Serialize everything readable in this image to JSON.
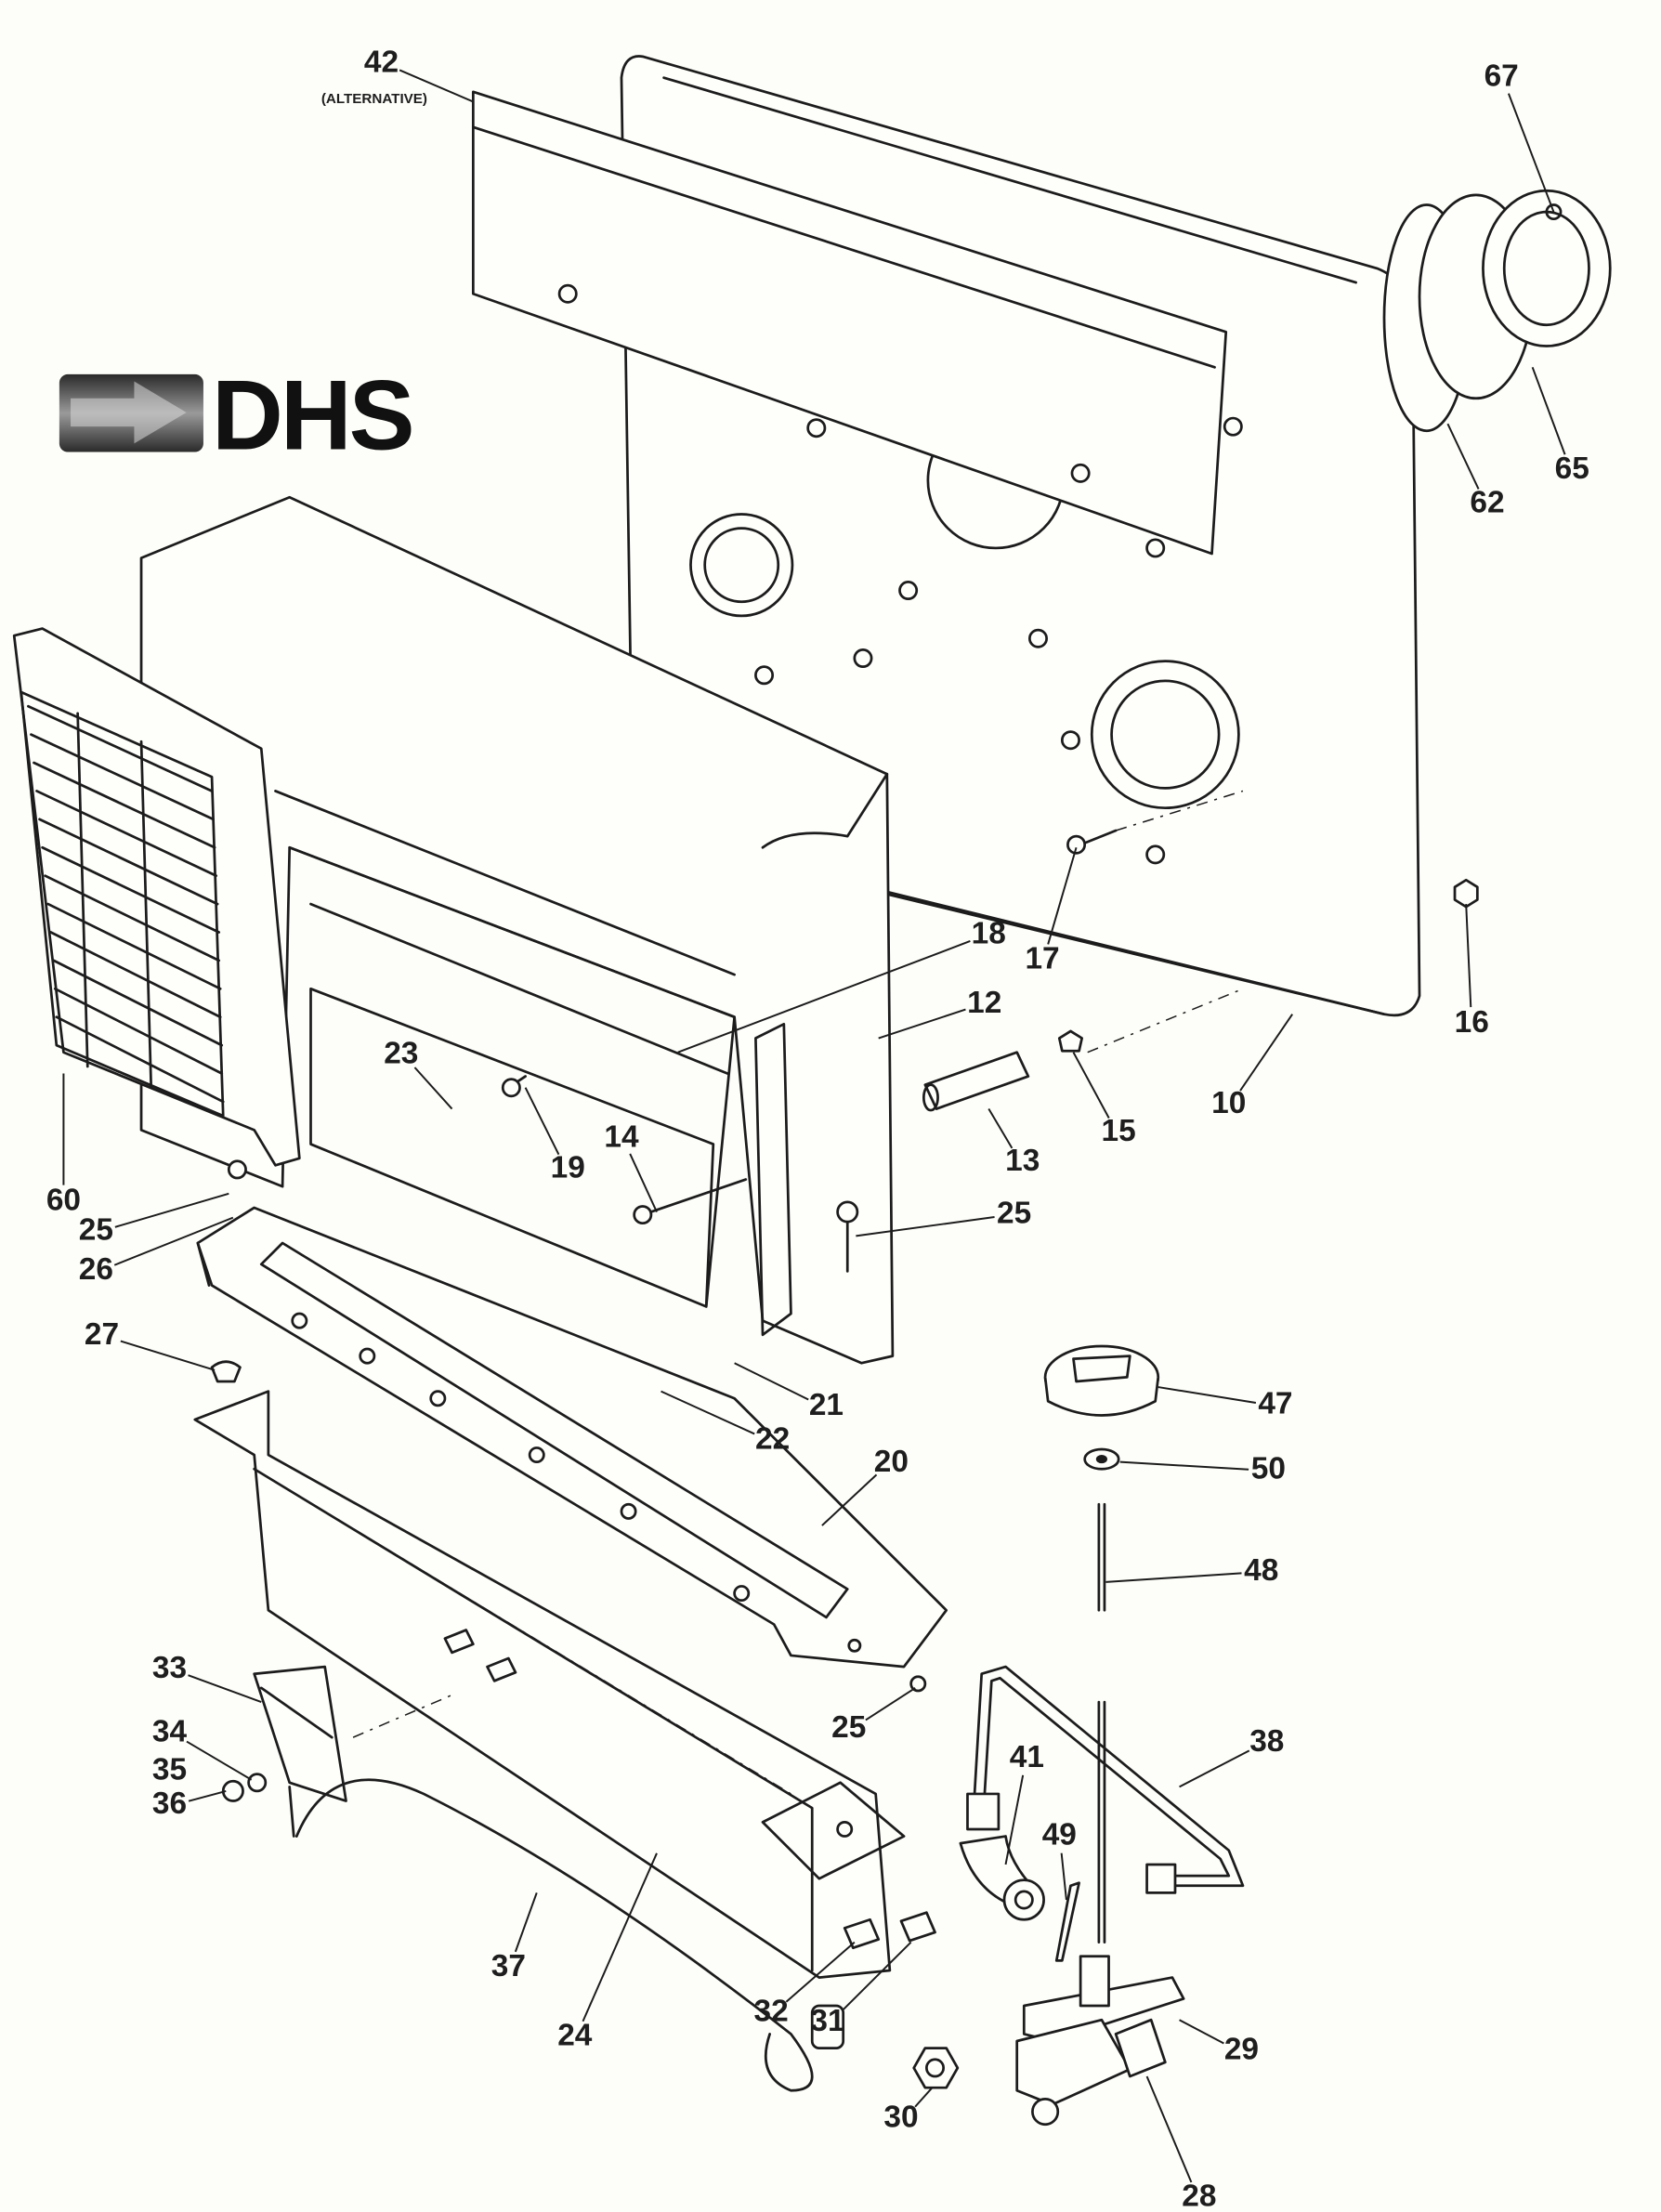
{
  "logo": {
    "text": "DHS",
    "brand_color": "#111111",
    "arrow_color": "#5a5a5a"
  },
  "note_alternative": "(ALTERNATIVE)",
  "callouts": [
    "42",
    "67",
    "62",
    "65",
    "18",
    "12",
    "17",
    "16",
    "10",
    "15",
    "13",
    "23",
    "19",
    "14",
    "25",
    "60",
    "25",
    "26",
    "27",
    "21",
    "22",
    "47",
    "50",
    "20",
    "48",
    "33",
    "34",
    "35",
    "36",
    "25",
    "38",
    "41",
    "49",
    "37",
    "32",
    "31",
    "24",
    "29",
    "30",
    "28"
  ]
}
